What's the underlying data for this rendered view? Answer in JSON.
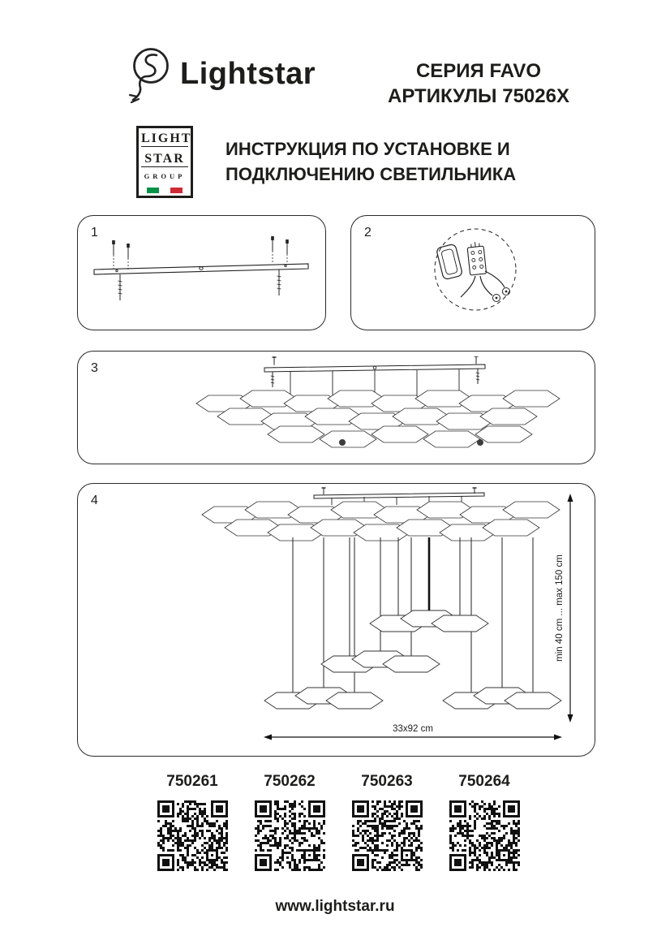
{
  "header": {
    "brand": "Lightstar",
    "series": "СЕРИЯ FAVO",
    "articles": "АРТИКУЛЫ 75026X"
  },
  "badge": {
    "line1": "LIGHT",
    "line2": "STAR",
    "line3": "GROUP"
  },
  "instruction_title": {
    "line1": "ИНСТРУКЦИЯ ПО УСТАНОВКЕ И",
    "line2": "ПОДКЛЮЧЕНИЮ СВЕТИЛЬНИКА"
  },
  "steps": [
    {
      "number": "1"
    },
    {
      "number": "2"
    },
    {
      "number": "3"
    },
    {
      "number": "4"
    }
  ],
  "diagram_labels": {
    "height_range": "min 40 cm ... max 150 cm",
    "plate_size": "33x92 cm"
  },
  "qr_codes": [
    {
      "label": "750261"
    },
    {
      "label": "750262"
    },
    {
      "label": "750263"
    },
    {
      "label": "750264"
    }
  ],
  "footer": {
    "url": "www.lightstar.ru"
  },
  "colors": {
    "ink": "#1d1d1b",
    "flag_green": "#009246",
    "flag_white": "#ffffff",
    "flag_red": "#ce2b37"
  }
}
